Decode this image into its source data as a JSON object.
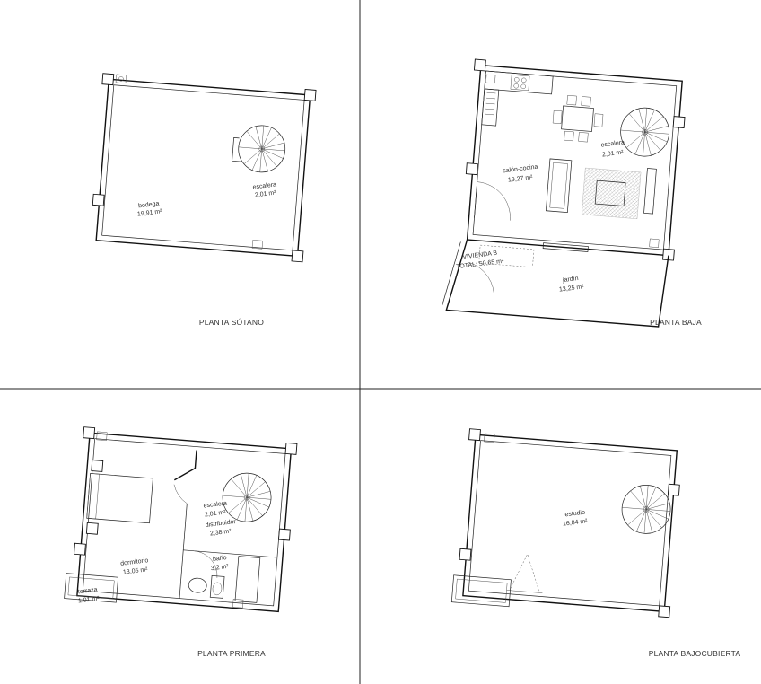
{
  "sheet": {
    "panels": [
      {
        "id": "sotano",
        "title": "PLANTA SÓTANO",
        "rooms": [
          {
            "name": "bodega",
            "area": "19,91 m²"
          },
          {
            "name": "escalera",
            "area": "2,01 m²"
          }
        ]
      },
      {
        "id": "baja",
        "title": "PLANTA BAJA",
        "unit_name": "VIVIENDA B",
        "unit_total": "TOTAL: 50,65 m²",
        "rooms": [
          {
            "name": "salón-cocina",
            "area": "19,27 m²"
          },
          {
            "name": "escalera",
            "area": "2,01 m²"
          },
          {
            "name": "jardín",
            "area": "13,25 m²"
          }
        ]
      },
      {
        "id": "primera",
        "title": "PLANTA PRIMERA",
        "rooms": [
          {
            "name": "escalera",
            "area": "2,01 m²"
          },
          {
            "name": "distribuidor",
            "area": "2,38 m²"
          },
          {
            "name": "dormitorio",
            "area": "13,05 m²"
          },
          {
            "name": "baño",
            "area": "3,2 m²"
          },
          {
            "name": "terraza",
            "area": "1,01 m²"
          }
        ]
      },
      {
        "id": "bajocubierta",
        "title": "PLANTA BAJOCUBIERTA",
        "rooms": [
          {
            "name": "estudio",
            "area": "16,84 m²"
          }
        ]
      }
    ]
  }
}
